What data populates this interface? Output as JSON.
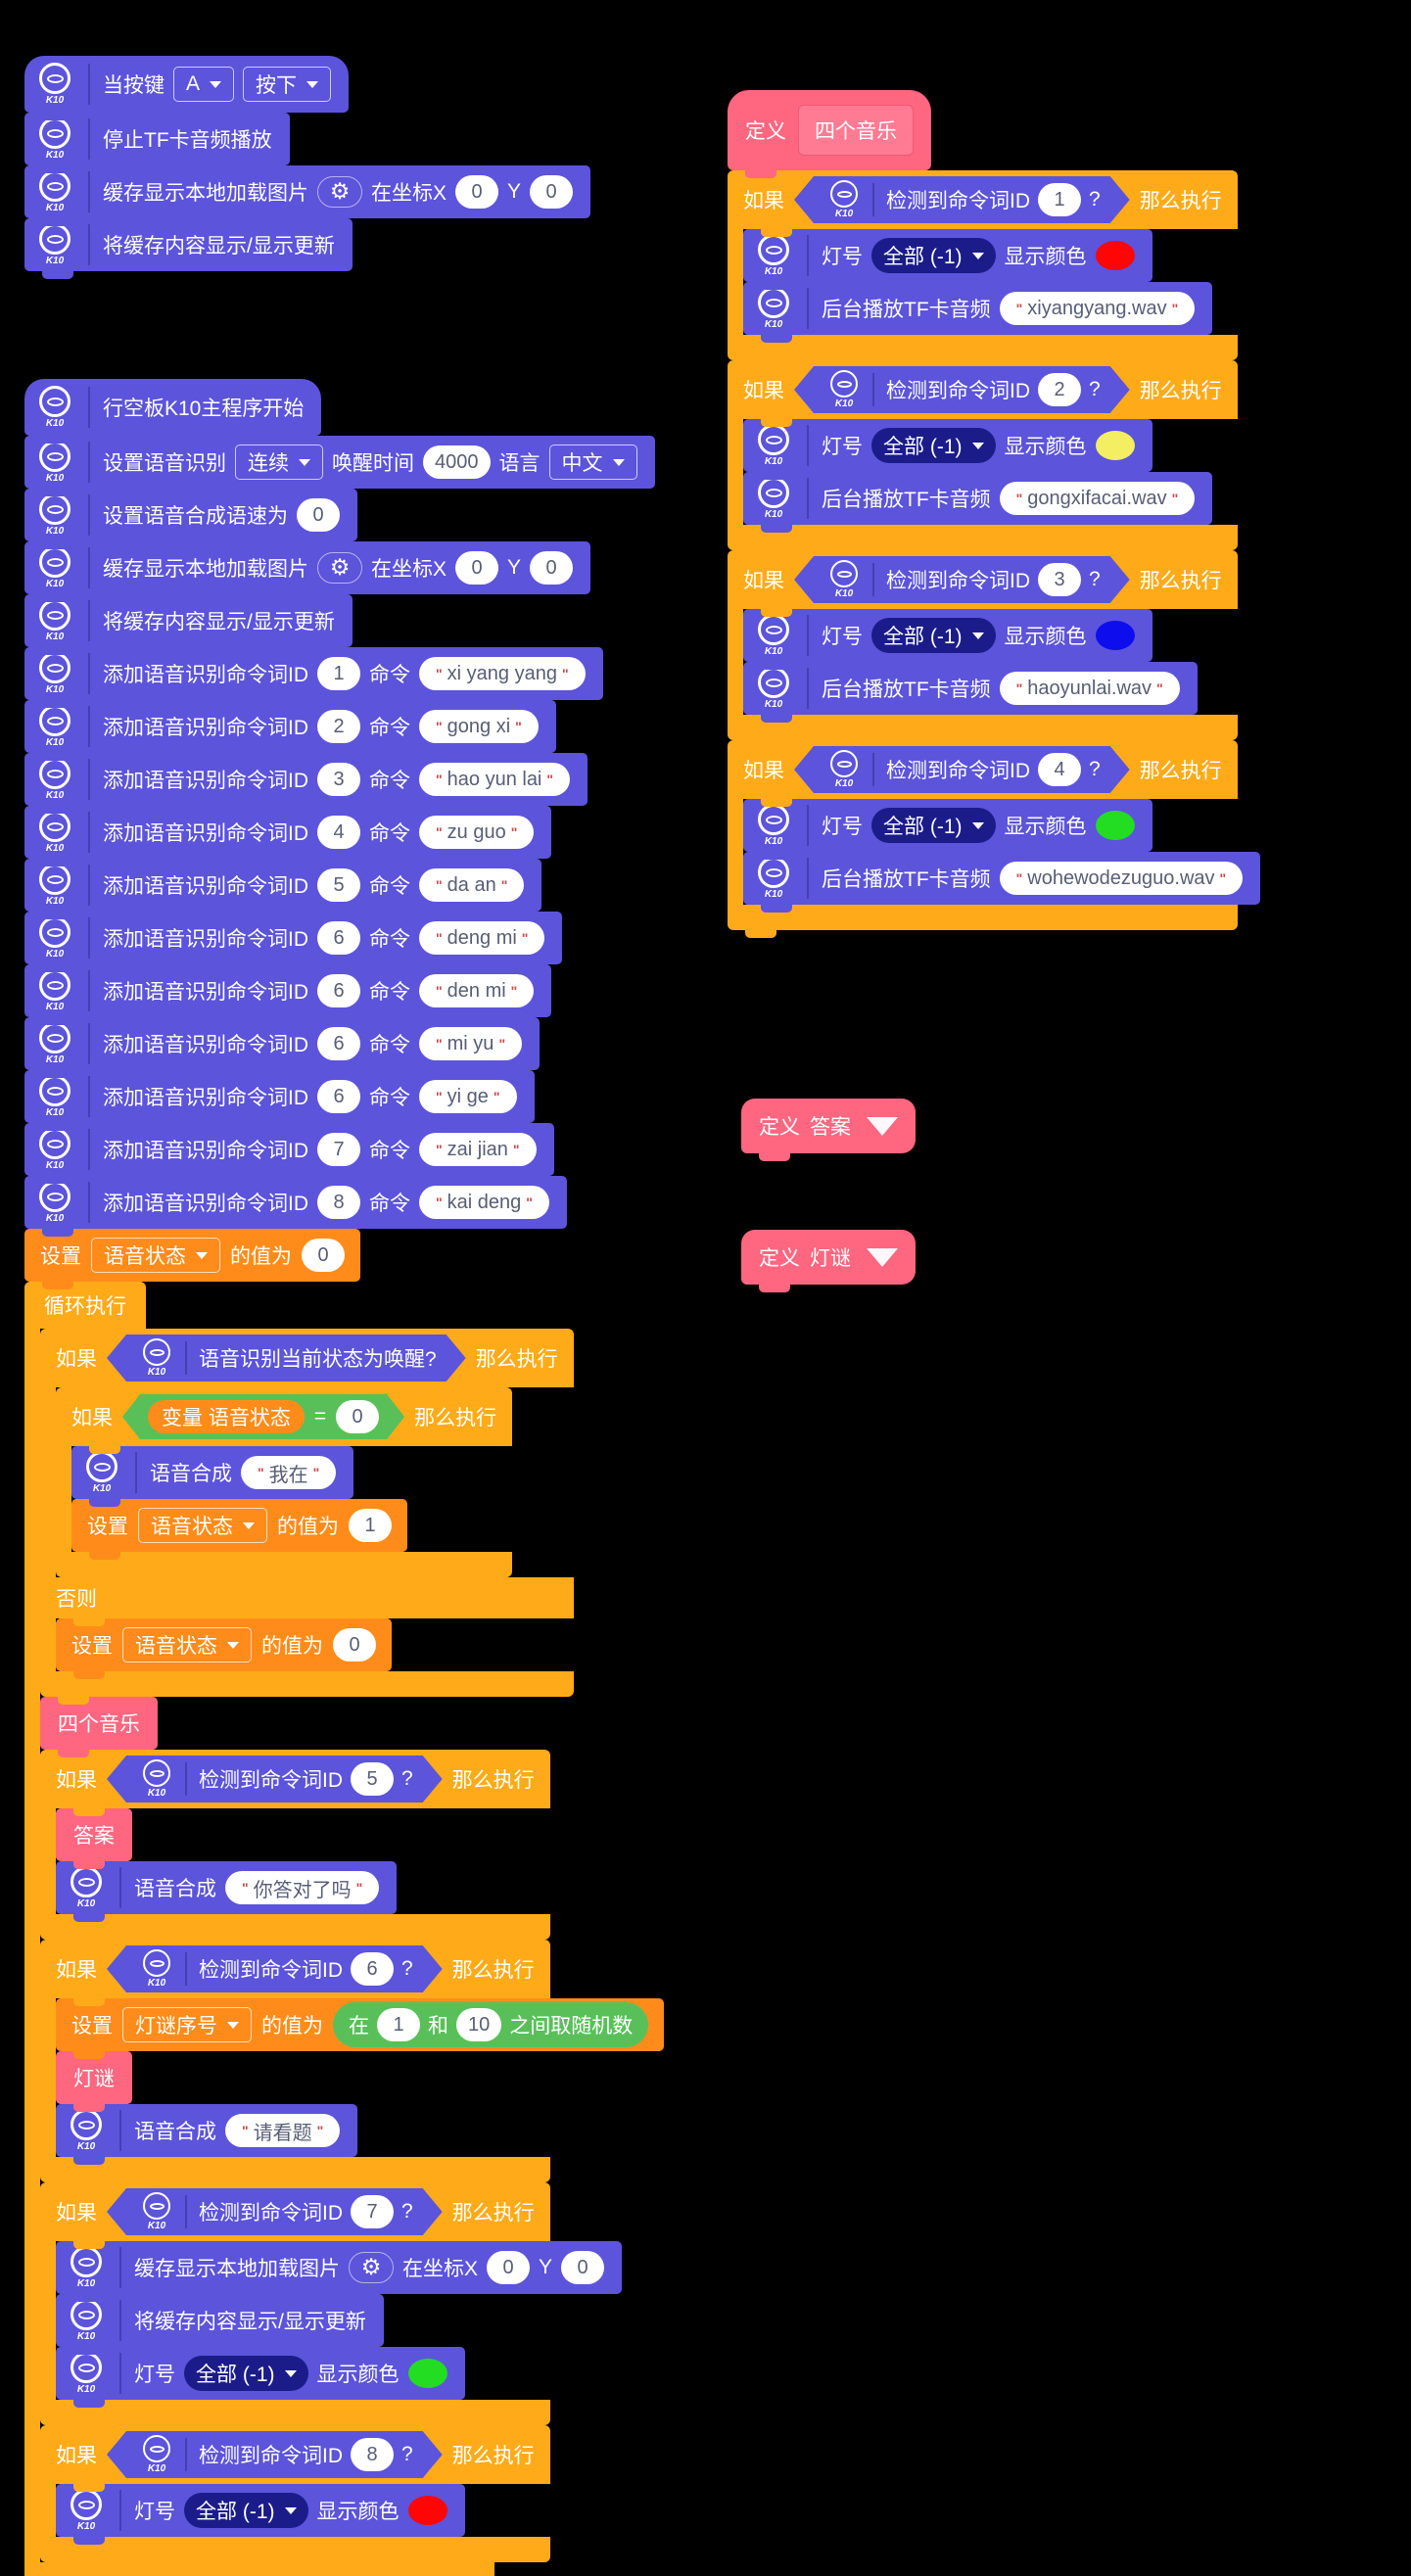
{
  "common": {
    "k10": "K10",
    "define": "定义",
    "if": "如果",
    "then": "那么执行",
    "else": "否则",
    "set": "设置",
    "value_is": "的值为",
    "quote": "\"",
    "gear": "⚙",
    "tts": "语音合成",
    "detect": "检测到命令词ID",
    "q": "?",
    "led": "灯号",
    "led_all": "全部 (-1)",
    "show_color": "显示颜色",
    "play_tf": "后台播放TF卡音频",
    "cache_img": "缓存显示本地加载图片",
    "at_x": "在坐标X",
    "y_label": "Y",
    "refresh": "将缓存内容显示/显示更新",
    "loop": "循环执行"
  },
  "button_stack": {
    "when_key": "当按键",
    "key": "A",
    "event": "按下",
    "stop_tf": "停止TF卡音频播放",
    "x": "0",
    "y": "0"
  },
  "main": {
    "start": "行空板K10主程序开始",
    "asr": {
      "label": "设置语音识别",
      "mode": "连续",
      "wake_label": "唤醒时间",
      "wake_time": "4000",
      "lang_label": "语言",
      "lang": "中文"
    },
    "tts_speed": {
      "label": "设置语音合成语速为",
      "value": "0"
    },
    "cache_x": "0",
    "cache_y": "0",
    "add_label": "添加语音识别命令词ID",
    "cmd_label": "命令",
    "commands": [
      {
        "id": "1",
        "word": "xi yang yang"
      },
      {
        "id": "2",
        "word": "gong xi"
      },
      {
        "id": "3",
        "word": "hao yun lai"
      },
      {
        "id": "4",
        "word": "zu guo"
      },
      {
        "id": "5",
        "word": "da an"
      },
      {
        "id": "6",
        "word": "deng mi"
      },
      {
        "id": "6",
        "word": "den mi"
      },
      {
        "id": "6",
        "word": "mi yu"
      },
      {
        "id": "6",
        "word": "yi ge"
      },
      {
        "id": "7",
        "word": "zai jian"
      },
      {
        "id": "8",
        "word": "kai deng"
      }
    ],
    "voice_var": "语音状态",
    "voice_init": "0",
    "wake_check": "语音识别当前状态为唤醒?",
    "var_reporter": "变量 语音状态",
    "eq": "=",
    "cmp_val": "0",
    "tts_here": "我在",
    "set_one": "1",
    "else_zero": "0",
    "call_music": "四个音乐",
    "if5": {
      "id": "5",
      "call": "答案",
      "tts": "你答对了吗"
    },
    "if6": {
      "id": "6",
      "var": "灯谜序号",
      "rand": {
        "pre": "在",
        "a": "1",
        "mid": "和",
        "b": "10",
        "post": "之间取随机数"
      },
      "call": "灯谜",
      "tts": "请看题"
    },
    "if7": {
      "id": "7",
      "x": "0",
      "y": "0",
      "led_color": "#22dd22"
    },
    "if8": {
      "id": "8",
      "led_color": "#ff0505"
    }
  },
  "music_fn": {
    "name": "四个音乐",
    "cases": [
      {
        "id": "1",
        "color": "#ff0505",
        "file": "xiyangyang.wav"
      },
      {
        "id": "2",
        "color": "#f3ee62",
        "file": "gongxifacai.wav"
      },
      {
        "id": "3",
        "color": "#0d0dee",
        "file": "haoyunlai.wav"
      },
      {
        "id": "4",
        "color": "#22dd22",
        "file": "wohewodezuguo.wav"
      }
    ]
  },
  "collapsed": [
    {
      "name": "答案"
    },
    {
      "name": "灯谜"
    }
  ]
}
